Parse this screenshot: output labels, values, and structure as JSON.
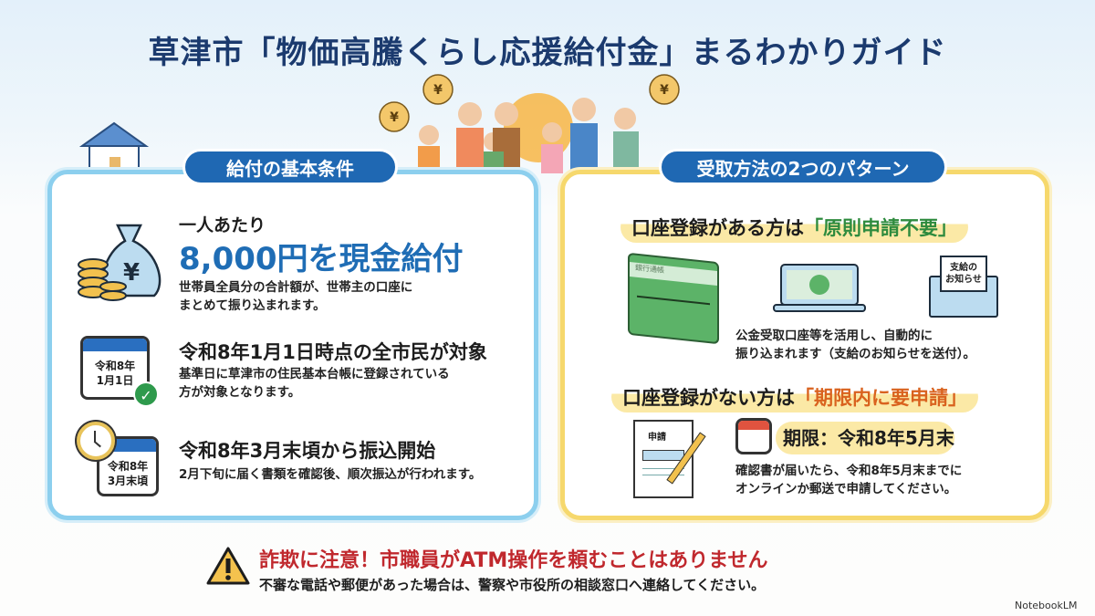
{
  "title": "草津市「物価高騰くらし応援給付金」まるわかりガイド",
  "left": {
    "label": "給付の基本条件",
    "item1": {
      "pre": "一人あたり",
      "amount": "8,000円を現金給付",
      "desc1": "世帯員全員分の合計額が、世帯主の口座に",
      "desc2": "まとめて振り込まれます。"
    },
    "item2": {
      "icon_text1": "令和8年",
      "icon_text2": "1月1日",
      "heading": "令和8年1月1日時点の全市民が対象",
      "desc1": "基準日に草津市の住民基本台帳に登録されている",
      "desc2": "方が対象となります。"
    },
    "item3": {
      "icon_text1": "令和8年",
      "icon_text2": "3月末頃",
      "heading": "令和8年3月末頃から振込開始",
      "desc": "2月下旬に届く書類を確認後、順次振込が行われます。"
    }
  },
  "right": {
    "label": "受取方法の2つのパターン",
    "case1": {
      "heading": "口座登録がある方は",
      "emphasis": "「原則申請不要」",
      "passbook_label": "銀行通帳",
      "envelope_text1": "支給の",
      "envelope_text2": "お知らせ",
      "desc1": "公金受取口座等を活用し、自動的に",
      "desc2": "振り込まれます（支給のお知らせを送付）。"
    },
    "case2": {
      "heading": "口座登録がない方は",
      "emphasis": "「期限内に要申請」",
      "form_label": "申請",
      "deadline": "期限：令和8年5月末",
      "desc1": "確認書が届いたら、令和8年5月末までに",
      "desc2": "オンラインか郵送で申請してください。"
    }
  },
  "warning": {
    "heading": "詐欺に注意！市職員がATM操作を頼むことはありません",
    "desc": "不審な電話や郵便があった場合は、警察や市役所の相談窓口へ連絡してください。"
  },
  "watermark": "NotebookLM",
  "colors": {
    "title": "#1b3a6e",
    "accent_blue": "#1f68b3",
    "green": "#2e8b3e",
    "orange": "#d9621e",
    "warning_red": "#c0282d",
    "left_border": "#8ccfee",
    "right_border": "#f6d86c"
  }
}
